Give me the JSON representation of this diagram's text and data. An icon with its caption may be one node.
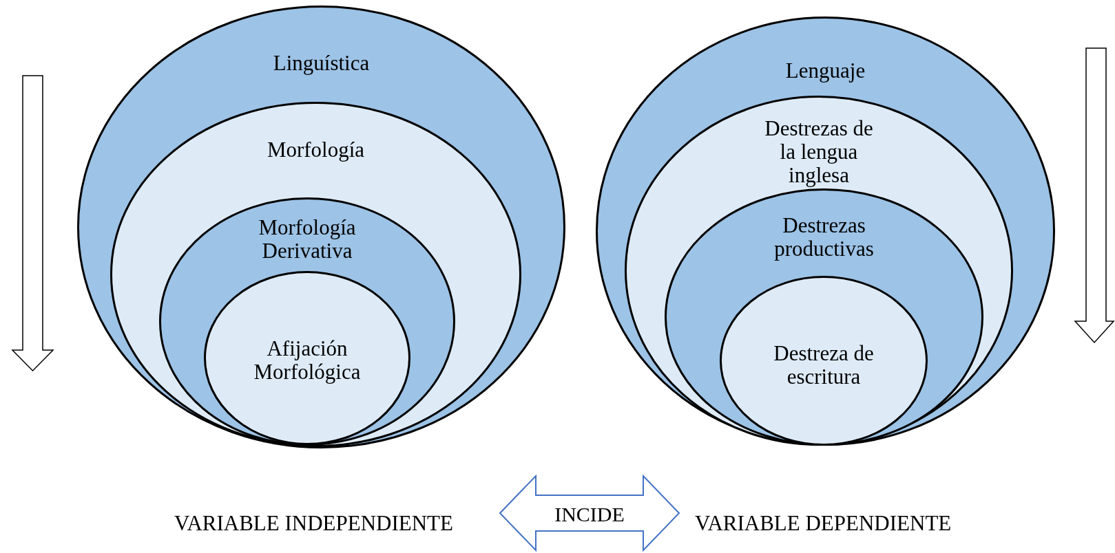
{
  "diagram": {
    "nodes": [
      {
        "text": [
          "Linguística"
        ]
      },
      {
        "text": [
          "Morfología"
        ],
        "in": 0
      },
      {
        "text": [
          "Morfología Derivativa"
        ],
        "in": 1
      },
      {
        "text": [
          "Afijación Morfológica"
        ],
        "in": 2
      },
      {
        "text": [
          "Lenguaje"
        ]
      },
      {
        "text": [
          "Destrezas de la lengua inglesa"
        ],
        "in": 4
      },
      {
        "text": [
          "Destrezas productivas"
        ],
        "in": 5
      },
      {
        "text": [
          "Destreza de escritura"
        ],
        "in": 6
      },
      {
        "text": [
          "VARIABLE INDEPENDIENTE"
        ]
      },
      {
        "text": [
          "VARIABLE DEPENDIENTE"
        ]
      }
    ],
    "edges": [
      {
        "from": 8,
        "to": 9,
        "arrow": "both",
        "label": "INCIDE"
      }
    ]
  }
}
